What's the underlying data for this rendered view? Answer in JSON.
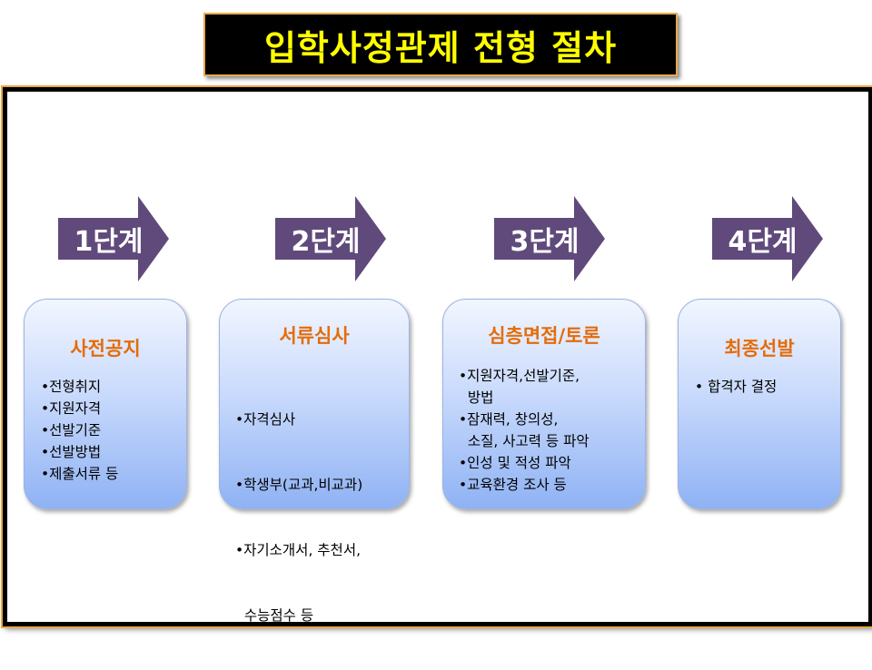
{
  "title": "입학사정관제 전형 절차",
  "colors": {
    "title_text": "#ffff00",
    "title_bg": "#000000",
    "frame_border": "#000000",
    "frame_outline": "#e8a94a",
    "arrow_fill": "#604a7b",
    "card_title": "#e46c0a",
    "card_gradient_top": "#f2f6ff",
    "card_gradient_bottom": "#8fb2f4"
  },
  "stages": [
    {
      "label": "1단계"
    },
    {
      "label": "2단계"
    },
    {
      "label": "3단계"
    },
    {
      "label": "4단계"
    }
  ],
  "cards": [
    {
      "title": "사전공지",
      "items": [
        "•전형취지",
        "•지원자격",
        "•선발기준",
        "•선발방법",
        "•제출서류 등"
      ]
    },
    {
      "title": "서류심사",
      "items": [
        "•자격심사",
        "•학생부(교과,비교과)",
        "•자기소개서, 추천서,",
        "  수능점수 등"
      ]
    },
    {
      "title": "심층면접/토론",
      "items": [
        "•지원자격,선발기준,",
        "  방법",
        "•잠재력, 창의성,",
        "  소질, 사고력 등 파악",
        "•인성 및 적성 파악",
        "•교육환경 조사 등"
      ]
    },
    {
      "title": "최종선발",
      "items": [
        "• 합격자 결정"
      ]
    }
  ]
}
